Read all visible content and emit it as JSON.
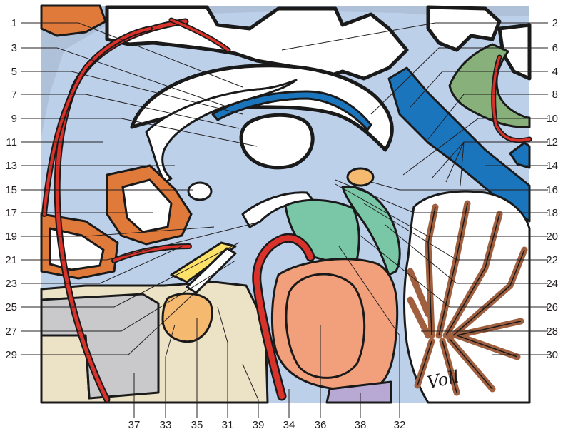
{
  "labels_left": [
    "1",
    "3",
    "5",
    "7",
    "9",
    "11",
    "13",
    "15",
    "17",
    "19",
    "21",
    "23",
    "25",
    "27",
    "29"
  ],
  "labels_right": [
    "2",
    "6",
    "4",
    "8",
    "10",
    "12",
    "14",
    "16",
    "18",
    "20",
    "22",
    "24",
    "26",
    "28",
    "30"
  ],
  "labels_bottom": [
    "37",
    "33",
    "35",
    "31",
    "39",
    "34",
    "36",
    "38",
    "32"
  ],
  "signature": "Voll",
  "colors": {
    "background": "#ffffff",
    "csf": "#bcd0ea",
    "ventricle_blue": "#1b75bc",
    "artery_red": "#d9322a",
    "orange": "#e07a3a",
    "bone": "#ece2c6",
    "grey": "#c9c9cb",
    "green": "#79c7a6",
    "salmon": "#f2a07c",
    "lavender": "#b7a9d4",
    "brown": "#a0603f",
    "light_orange": "#f5b970",
    "yellow": "#fde26a",
    "olive_green": "#87b07a"
  }
}
